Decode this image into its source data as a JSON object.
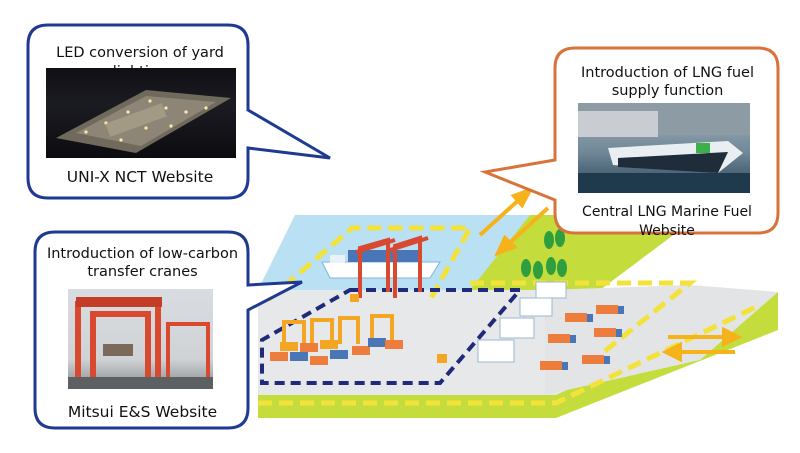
{
  "callouts": {
    "yard_lighting": {
      "title": "LED conversion of yard lighting",
      "source": "UNI-X NCT Website"
    },
    "lng": {
      "title_line1": "Introduction of LNG fuel",
      "title_line2": "supply function",
      "source": "Central LNG Marine Fuel Website"
    },
    "cranes": {
      "title_line1": "Introduction of low-carbon",
      "title_line2": "transfer cranes",
      "source": "Mitsui E&S Website"
    }
  },
  "colors": {
    "callout_border_blue": "#1f3a93",
    "callout_border_orange": "#d9733b",
    "arrow_orange": "#f5b21b",
    "sea": "#b9e0f3",
    "yard_gray": "#e7e8ea",
    "green_strip": "#c5dd3c",
    "yellow_dash": "#f3e23a",
    "navy_dash": "#1f2a7a",
    "container_orange": "#ec7d3c",
    "crane_orange": "#f2a623",
    "crane_red": "#d8492f"
  },
  "icons": [
    "yard-photo",
    "lng-ship-photo",
    "crane-photo",
    "truck-icon",
    "forklift-icon",
    "tree-icon",
    "gantry-crane-icon"
  ]
}
